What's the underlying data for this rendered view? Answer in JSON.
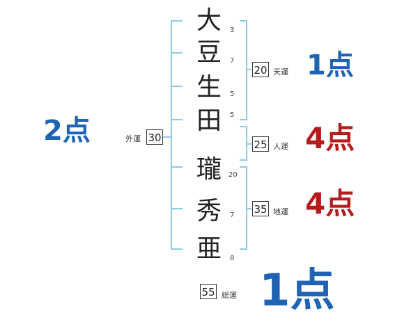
{
  "name": {
    "characters": [
      {
        "char": "大",
        "strokes": "3"
      },
      {
        "char": "豆",
        "strokes": "7"
      },
      {
        "char": "生",
        "strokes": "5"
      },
      {
        "char": "田",
        "strokes": "5"
      },
      {
        "char": "瓏",
        "strokes": "20"
      },
      {
        "char": "秀",
        "strokes": "7"
      },
      {
        "char": "亜",
        "strokes": "8"
      }
    ]
  },
  "fortunes": {
    "gaiun": {
      "value": "30",
      "label": "外運",
      "score": "2点",
      "color": "#1f63b5"
    },
    "tenun": {
      "value": "20",
      "label": "天運",
      "score": "1点",
      "color": "#1f63b5"
    },
    "jinun": {
      "value": "25",
      "label": "人運",
      "score": "4点",
      "color": "#b51c1c"
    },
    "chiun": {
      "value": "35",
      "label": "地運",
      "score": "4点",
      "color": "#b51c1c"
    },
    "souun": {
      "value": "55",
      "label": "総運",
      "score": "1点",
      "color": "#1f63b5"
    }
  },
  "colors": {
    "bracket": "#8ecbea"
  }
}
